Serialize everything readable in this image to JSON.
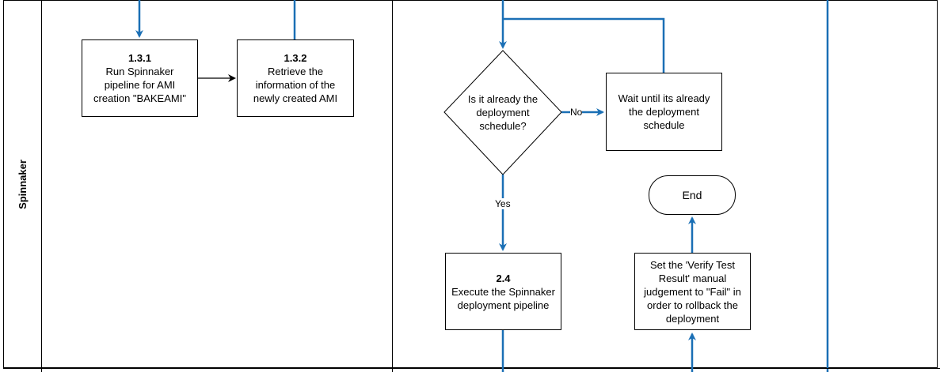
{
  "lane": {
    "label": "Spinnaker"
  },
  "nodes": {
    "n131": {
      "number": "1.3.1",
      "text": "Run Spinnaker pipeline for AMI creation \"BAKEAMI\""
    },
    "n132": {
      "number": "1.3.2",
      "text": "Retrieve the information of the newly created AMI"
    },
    "decision": {
      "text": "Is it already the deployment schedule?"
    },
    "wait": {
      "text": "Wait until its already the deployment schedule"
    },
    "end": {
      "text": "End"
    },
    "n24": {
      "number": "2.4",
      "text": "Execute the Spinnaker deployment pipeline"
    },
    "fail": {
      "text": "Set the 'Verify Test Result' manual judgement to \"Fail\" in order to rollback the deployment"
    }
  },
  "edges": {
    "no_label": "No",
    "yes_label": "Yes"
  },
  "colors": {
    "flow_blue": "#1a6fb5",
    "border": "#000000"
  }
}
